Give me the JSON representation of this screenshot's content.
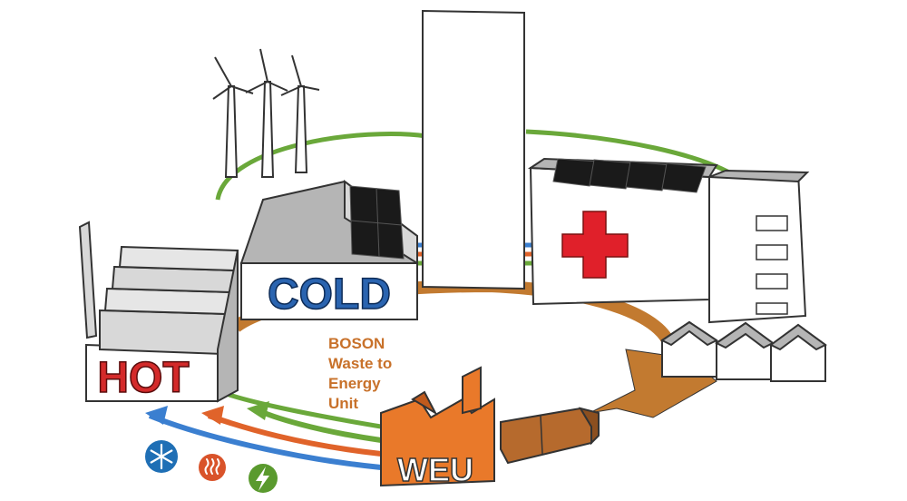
{
  "buildings": {
    "hot": "HOT",
    "cold": "COLD",
    "weu": "WEU"
  },
  "weu_description": [
    "BOSON",
    "Waste to",
    "Energy",
    "Unit"
  ],
  "icons": [
    {
      "name": "snowflake-icon",
      "color": "#1f6fb5"
    },
    {
      "name": "heat-icon",
      "color": "#d9532a"
    },
    {
      "name": "lightning-icon",
      "color": "#5a9a2e"
    }
  ],
  "colors": {
    "cold": "#2a64b0",
    "hot": "#d42a2a",
    "heat_line": "#e0632a",
    "cold_line": "#3b7fd0",
    "power_line": "#6aa83a",
    "waste_flow": "#c27a30",
    "weu": "#e9792a"
  }
}
